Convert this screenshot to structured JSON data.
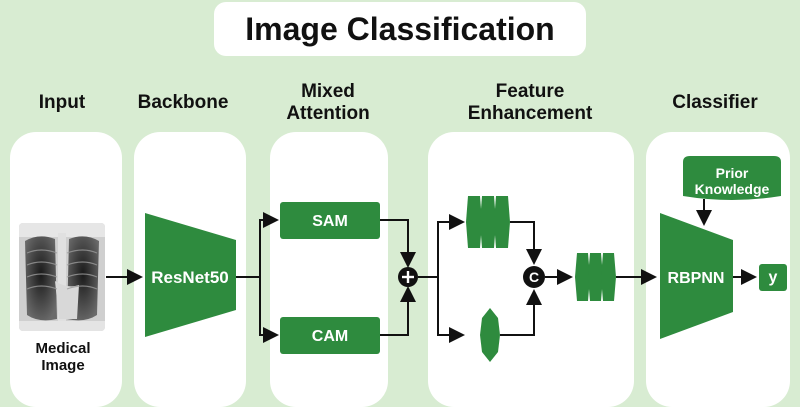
{
  "title": "Image Classification",
  "columns": {
    "input": "Input",
    "backbone": "Backbone",
    "mixed_attention_1": "Mixed",
    "mixed_attention_2": "Attention",
    "feature_enhancement_1": "Feature",
    "feature_enhancement_2": "Enhancement",
    "classifier": "Classifier"
  },
  "input": {
    "label_line1": "Medical",
    "label_line2": "Image"
  },
  "blocks": {
    "backbone": "ResNet50",
    "sam": "SAM",
    "cam": "CAM",
    "classifier": "RBPNN",
    "output": "y",
    "prior_1": "Prior",
    "prior_2": "Knowledge",
    "concat_symbol": "C"
  },
  "colors": {
    "background": "#d8ecd2",
    "panel": "#ffffff",
    "block_green": "#2e8b3e",
    "line": "#111111"
  },
  "icons": [
    "xray-image",
    "add-op-icon",
    "concat-op-icon",
    "feature-block-icon"
  ]
}
